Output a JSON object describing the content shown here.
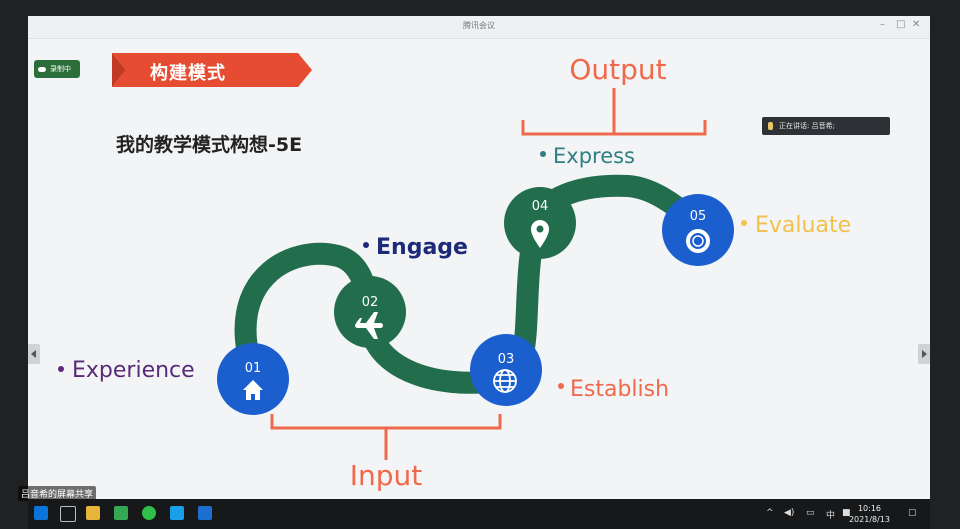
{
  "window": {
    "title": "腾讯会议"
  },
  "recording": {
    "label": "录制中"
  },
  "speaker": {
    "label": "正在讲话: 吕音希;"
  },
  "slide": {
    "banner": "构建模式",
    "subtitle": "我的教学模式构想-5E",
    "output_label": "Output",
    "input_label": "Input",
    "steps": [
      {
        "num": "01",
        "label": "Experience",
        "icon": "home-icon"
      },
      {
        "num": "02",
        "label": "Engage",
        "icon": "airplane-icon"
      },
      {
        "num": "03",
        "label": "Establish",
        "icon": "globe-icon"
      },
      {
        "num": "04",
        "label": "Express",
        "icon": "location-pin-icon"
      },
      {
        "num": "05",
        "label": "Evaluate",
        "icon": "lifebuoy-icon"
      }
    ]
  },
  "share_notice": "吕音希的屏幕共享",
  "clock": {
    "time": "10:16",
    "date": "2021/8/13"
  },
  "tray": {
    "ime": "中"
  },
  "colors": {
    "path_green": "#216d4c",
    "node_blue": "#1b5fcf",
    "bracket_orange": "#ef6a4c",
    "banner_red": "#e64c32",
    "experience_purple": "#5a2a7a",
    "engage_navy": "#1d2a7a",
    "express_teal": "#2f7e82",
    "evaluate_gold": "#f3c04a",
    "establish_orange": "#ef6a4c"
  }
}
